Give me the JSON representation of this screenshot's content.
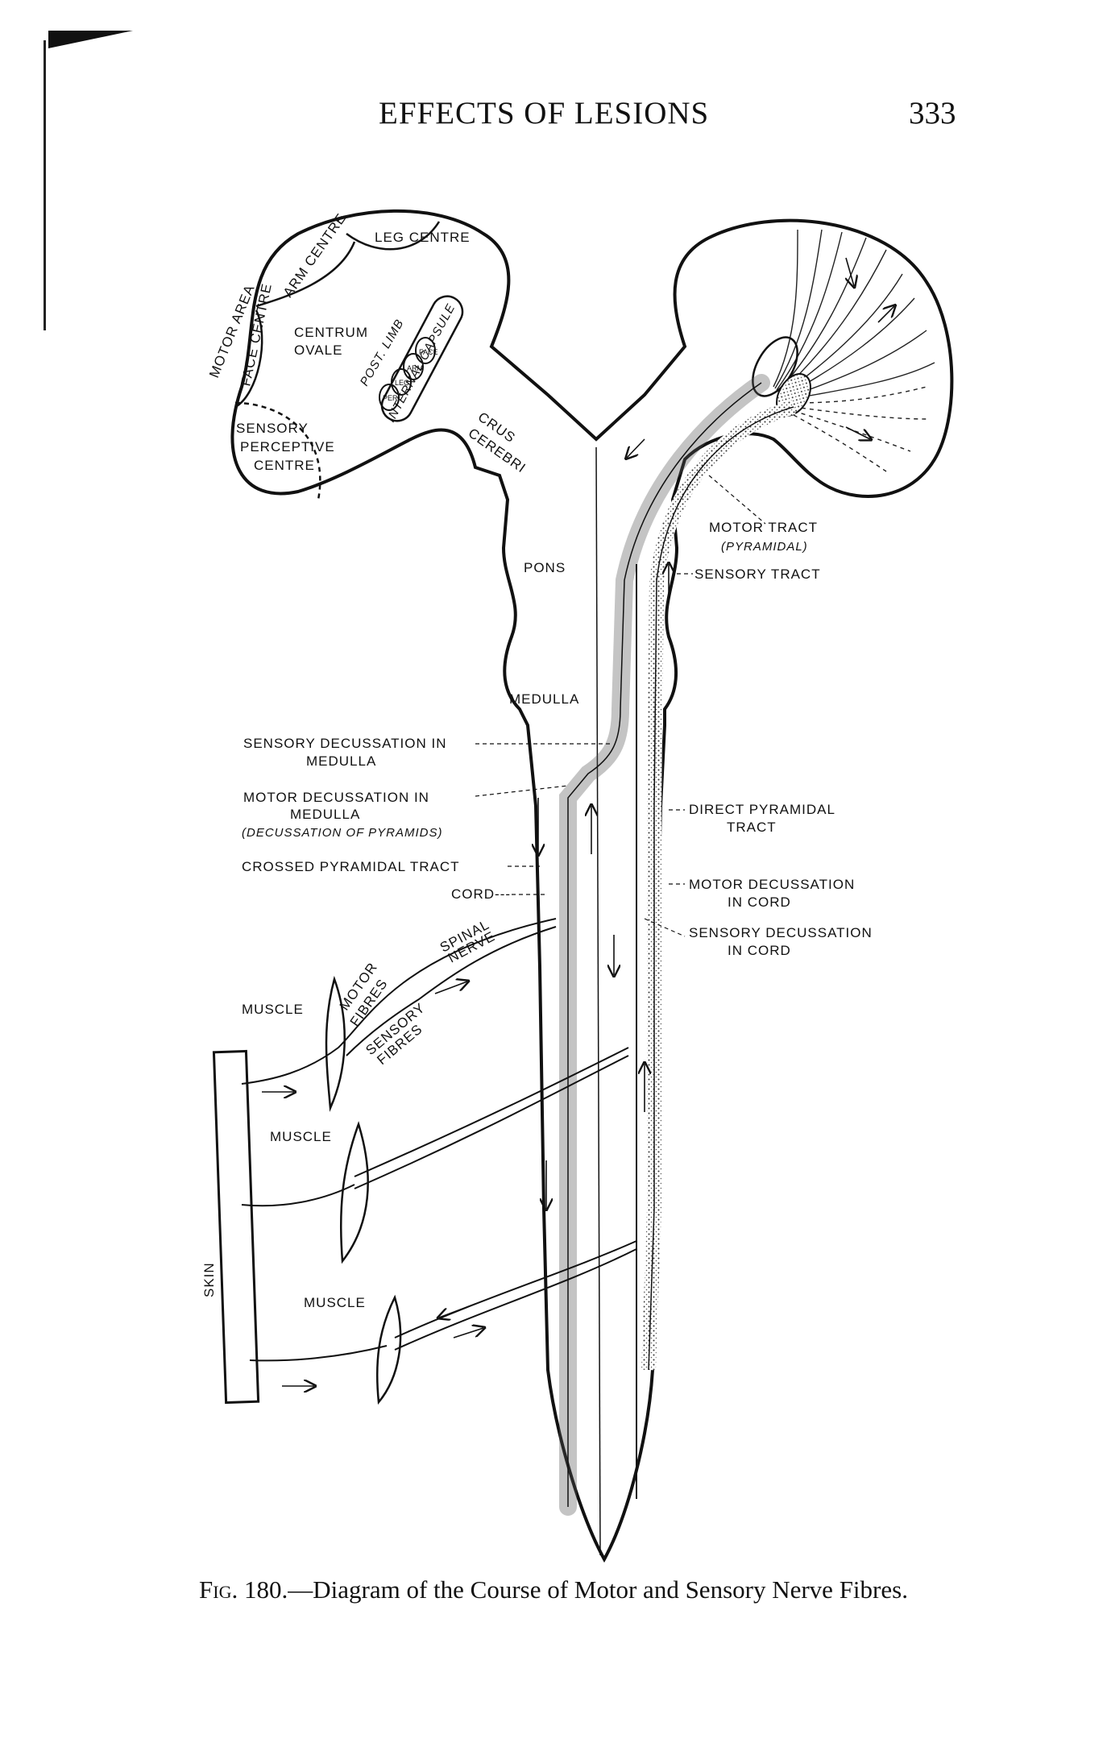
{
  "header": {
    "running_title": "EFFECTS OF LESIONS",
    "page_number": "333"
  },
  "figure": {
    "brain_labels": {
      "motor_area": "MOTOR AREA",
      "leg_centre": "LEG CENTRE",
      "arm_centre": "ARM CENTRE",
      "face_centre": "FACE CENTRE",
      "centrum_ovale_line1": "CENTRUM",
      "centrum_ovale_line2": "OVALE",
      "post_limb": "POST. LIMB",
      "internal_capsule": "INTERNAL CAPSULE",
      "capsule_face": "FACE",
      "capsule_arm": "ARM",
      "capsule_leg": "LEG",
      "capsule_per": "PER.",
      "sensory_line1": "SENSORY",
      "sensory_line2": "PERCEPTIVE",
      "sensory_line3": "CENTRE",
      "crus_line1": "CRUS",
      "crus_line2": "CEREBRI"
    },
    "midline_labels": {
      "pons": "PONS",
      "medulla": "MEDULLA",
      "cord": "CORD---"
    },
    "left_labels": {
      "sensory_decussation_medulla_1": "SENSORY DECUSSATION IN",
      "sensory_decussation_medulla_2": "MEDULLA",
      "motor_decussation_medulla_1": "MOTOR DECUSSATION IN",
      "motor_decussation_medulla_2": "MEDULLA",
      "motor_decussation_medulla_3": "(DECUSSATION OF PYRAMIDS)",
      "crossed_pyramidal_tract": "CROSSED PYRAMIDAL TRACT",
      "muscle_1": "MUSCLE",
      "muscle_2": "MUSCLE",
      "muscle_3": "MUSCLE",
      "skin": "SKIN",
      "spinal_nerve_1": "SPINAL",
      "spinal_nerve_2": "NERVE",
      "motor_fibres_1": "MOTOR",
      "motor_fibres_2": "FIBRES",
      "sensory_fibres_1": "SENSORY",
      "sensory_fibres_2": "FIBRES"
    },
    "right_labels": {
      "motor_tract_1": "MOTOR TRACT",
      "motor_tract_2": "(PYRAMIDAL)",
      "sensory_tract": "SENSORY TRACT",
      "direct_pyramidal_1": "DIRECT PYRAMIDAL",
      "direct_pyramidal_2": "TRACT",
      "motor_decussation_cord_1": "MOTOR DECUSSATION",
      "motor_decussation_cord_2": "IN CORD",
      "sensory_decussation_cord_1": "SENSORY DECUSSATION",
      "sensory_decussation_cord_2": "IN CORD"
    }
  },
  "caption": {
    "label": "Fig. 180.",
    "text": "—Diagram of the Course of Motor and Sensory Nerve Fibres."
  }
}
